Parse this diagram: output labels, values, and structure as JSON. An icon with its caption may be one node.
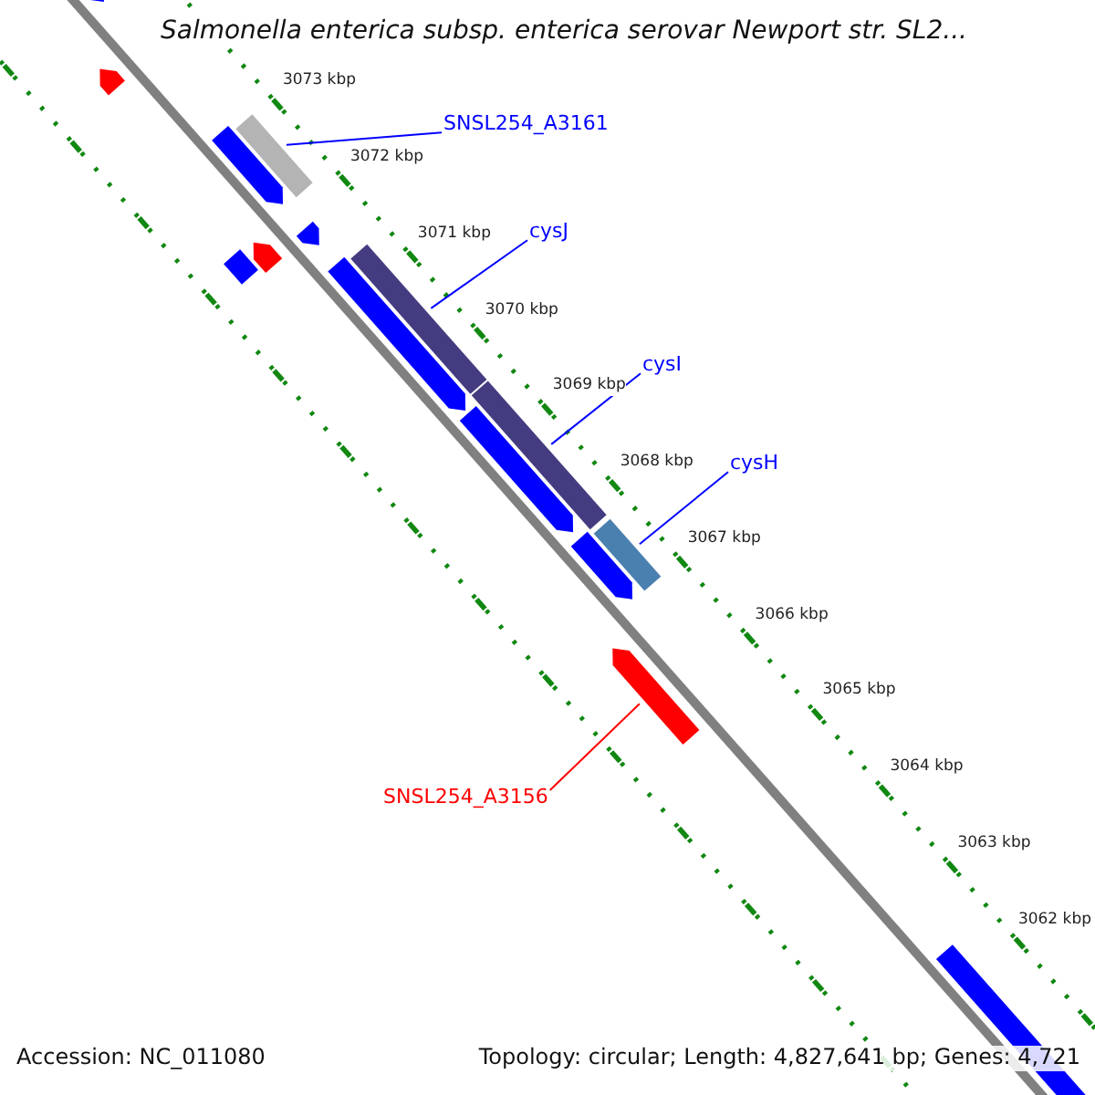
{
  "diagram": {
    "title": "Salmonella enterica subsp. enterica serovar Newport str. SL2...",
    "nodes": [
      {
        "text": [
          "SNSL254_A3161"
        ]
      },
      {
        "text": [],
        "shape": "bar"
      },
      {
        "text": [
          "cysJ"
        ]
      },
      {
        "text": [],
        "shape": "bar"
      },
      {
        "text": [
          "cysI"
        ]
      },
      {
        "text": [],
        "shape": "bar"
      },
      {
        "text": [
          "cysH"
        ]
      },
      {
        "text": [],
        "shape": "bar"
      },
      {
        "text": [
          "SNSL254_A3156"
        ]
      },
      {
        "text": [],
        "shape": "bar"
      }
    ],
    "edges": [
      {
        "from": 0,
        "to": 1,
        "arrow": "none"
      },
      {
        "from": 2,
        "to": 3,
        "arrow": "none"
      },
      {
        "from": 4,
        "to": 5,
        "arrow": "none"
      },
      {
        "from": 6,
        "to": 7,
        "arrow": "none"
      },
      {
        "from": 8,
        "to": 9,
        "arrow": "none",
        "color": "#ff0000"
      }
    ],
    "labels": [
      "3073 kbp",
      "3072 kbp",
      "3071 kbp",
      "3070 kbp",
      "3069 kbp",
      "3068 kbp",
      "3067 kbp",
      "3066 kbp",
      "3065 kbp",
      "3064 kbp",
      "3063 kbp",
      "3062 kbp",
      "Accession: NC_011080",
      "Topology: circular; Length: 4,827,641 bp; Genes: 4,721"
    ]
  }
}
